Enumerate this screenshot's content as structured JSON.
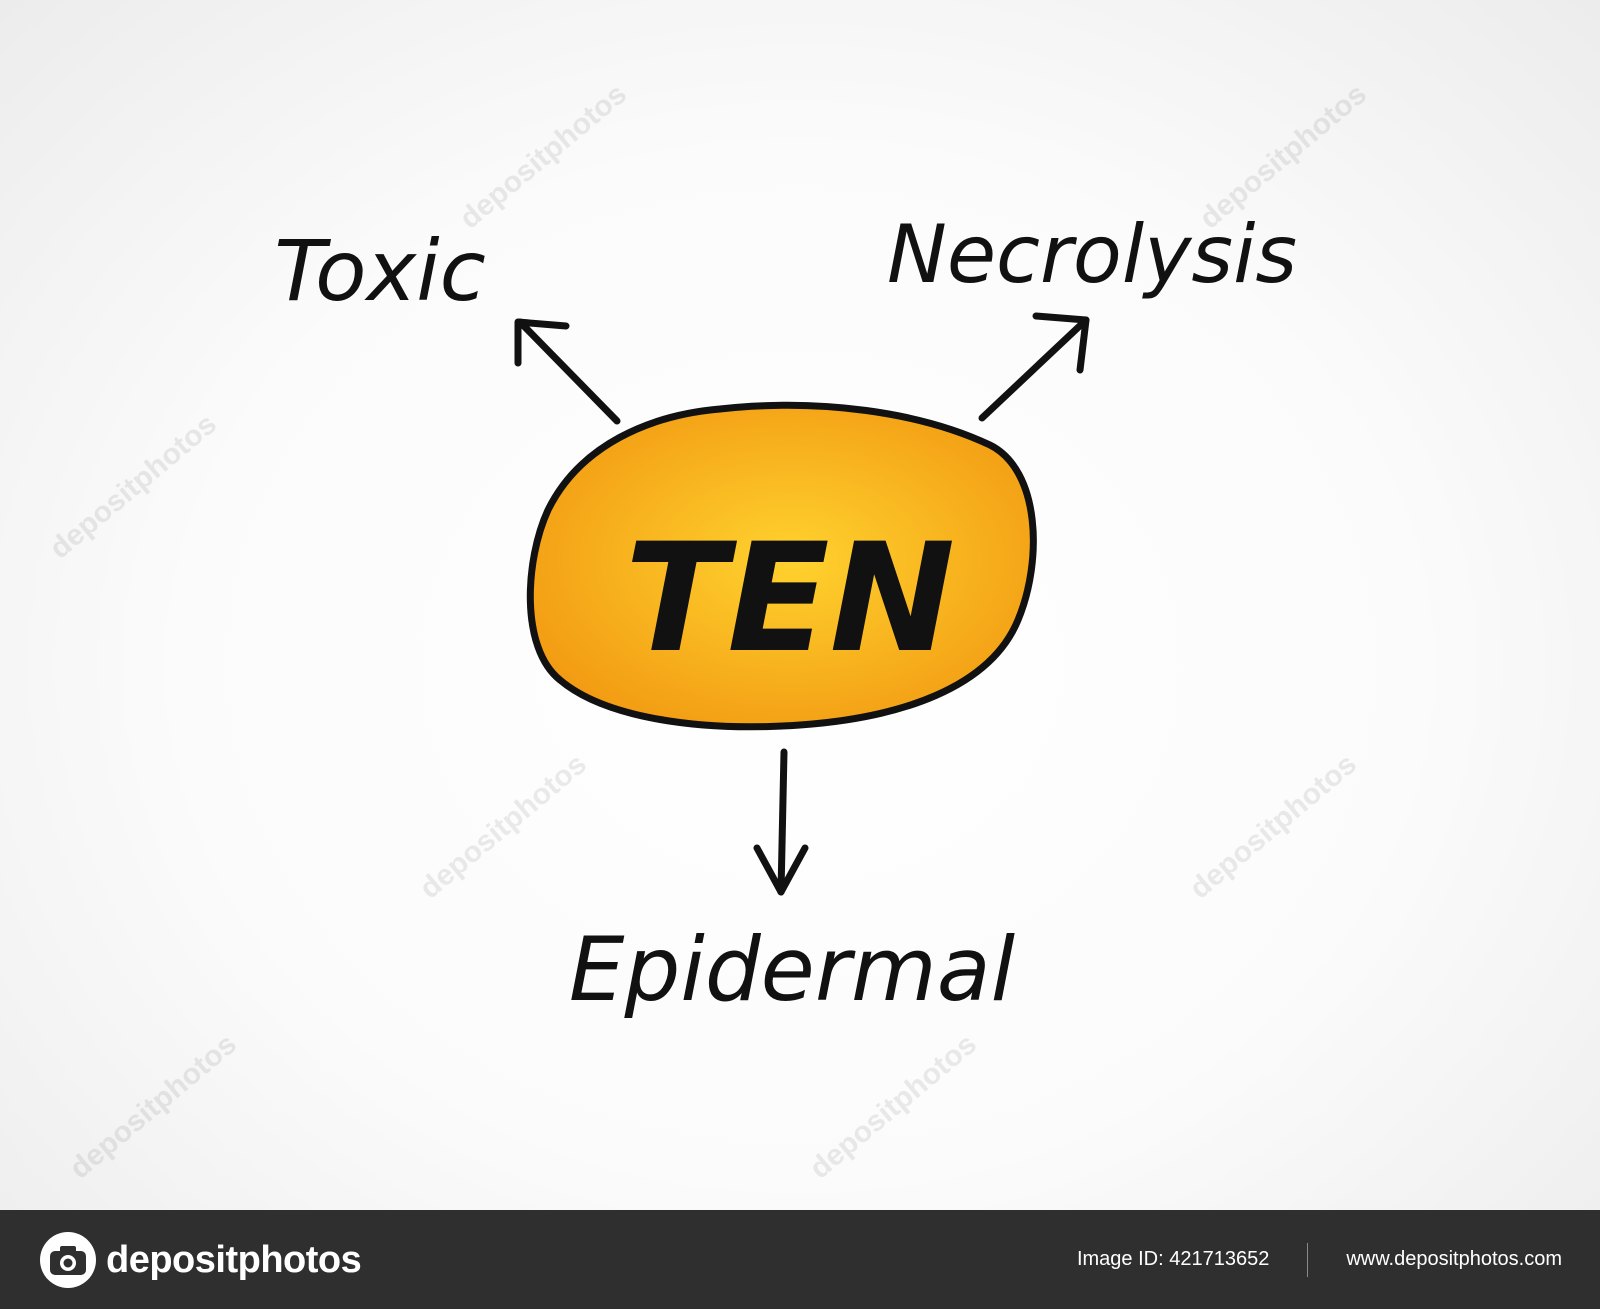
{
  "diagram": {
    "center": {
      "label": "TEN",
      "fill_light": "#ffd22e",
      "fill_dark": "#f29a12",
      "stroke": "#111111"
    },
    "branches": [
      {
        "id": "toxic",
        "label": "Toxic"
      },
      {
        "id": "necrolysis",
        "label": "Necrolysis"
      },
      {
        "id": "epidermal",
        "label": "Epidermal"
      }
    ]
  },
  "watermark": {
    "text": "depositphotos"
  },
  "footer": {
    "brand": "depositphotos",
    "image_id": "Image ID: 421713652",
    "website": "www.depositphotos.com",
    "background": "#2f2f2f"
  }
}
